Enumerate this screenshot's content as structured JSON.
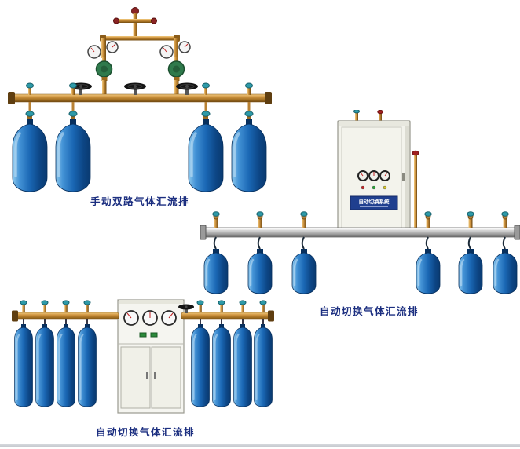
{
  "page": {
    "background": "#ffffff"
  },
  "figures": [
    {
      "name": "manual-dual-manifold",
      "caption": "手动双路气体汇流排"
    },
    {
      "name": "auto-switch-manifold-right",
      "caption": "自动切换气体汇流排"
    },
    {
      "name": "auto-switch-manifold-bottom",
      "caption": "自动切换气体汇流排"
    }
  ],
  "cabinet_auto": {
    "panel_label": "自动切换系统"
  },
  "colors": {
    "cylinder_blue": "#1a67b4",
    "brass": "#cf9440",
    "teal_valve": "#2e9aa8",
    "caption_text": "#1c2f80",
    "cabinet_panel_band": "#1f3f8f"
  }
}
